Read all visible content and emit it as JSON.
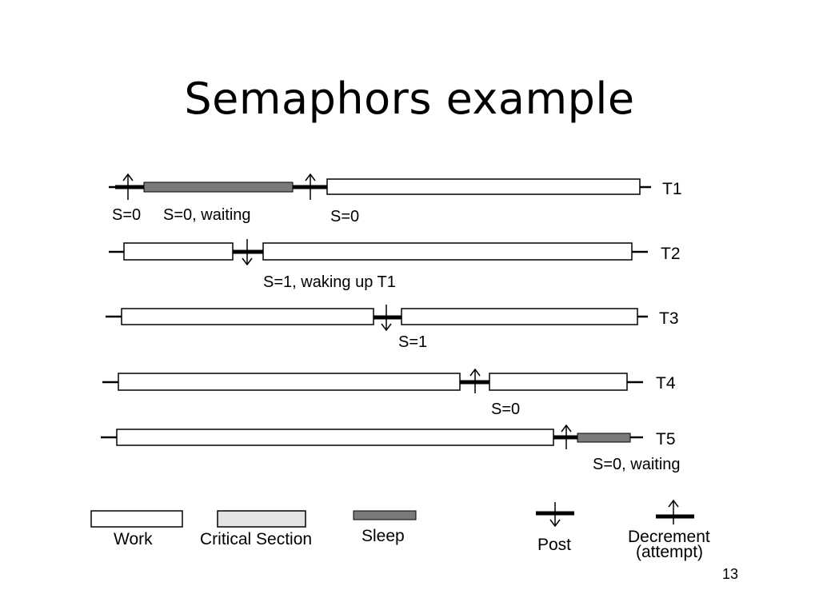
{
  "title": "Semaphors example",
  "page_number": "13",
  "colors": {
    "work": "#ffffff",
    "critical": "#e3e3e3",
    "sleep": "#7a7a7a",
    "line": "#000000"
  },
  "threads": [
    {
      "name": "T1",
      "labels": [
        "S=0",
        "S=0, waiting",
        "S=0"
      ]
    },
    {
      "name": "T2",
      "labels": [
        "S=1, waking up T1"
      ]
    },
    {
      "name": "T3",
      "labels": [
        "S=1"
      ]
    },
    {
      "name": "T4",
      "labels": [
        "S=0"
      ]
    },
    {
      "name": "T5",
      "labels": [
        "S=0, waiting"
      ]
    }
  ],
  "legend": {
    "work": "Work",
    "critical": "Critical Section",
    "sleep": "Sleep",
    "post": "Post",
    "decrement_line1": "Decrement",
    "decrement_line2": "(attempt)"
  }
}
